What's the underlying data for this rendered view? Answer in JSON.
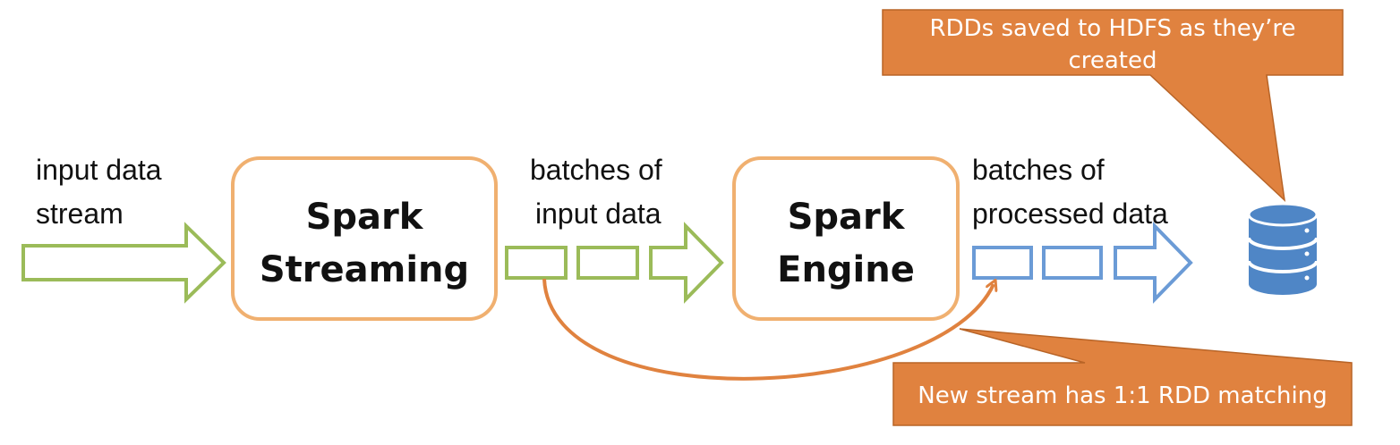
{
  "colors": {
    "input_stream_green": "#9bbb59",
    "processed_stream_blue": "#6b9bd6",
    "engine_box_orange": "#f0b070",
    "callout_orange": "#e0823f",
    "callout_border": "#b86427",
    "database_blue": "#4f86c6",
    "curve_arrow_orange": "#e0823f"
  },
  "input": {
    "label_line1": "input data",
    "label_line2": "stream"
  },
  "spark_streaming": {
    "title_line1": "Spark",
    "title_line2": "Streaming"
  },
  "input_batches": {
    "label_line1": "batches of",
    "label_line2": "input data"
  },
  "spark_engine": {
    "title_line1": "Spark",
    "title_line2": "Engine"
  },
  "processed_batches": {
    "label_line1": "batches of",
    "label_line2": "processed data"
  },
  "callout_hdfs": {
    "text_line1": "RDDs saved to HDFS as they’re",
    "text_line2": "created"
  },
  "callout_matching": {
    "text": "New stream has 1:1 RDD matching"
  },
  "icons": {
    "storage": "database-icon"
  }
}
